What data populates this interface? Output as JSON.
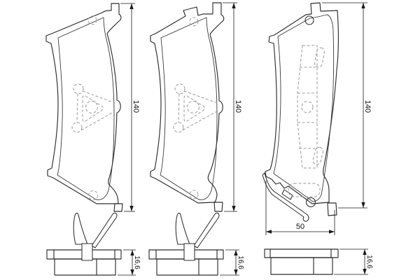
{
  "drawing": {
    "dims": {
      "pad1_height": "140",
      "pad2_height": "140",
      "pad3_height": "140",
      "pad3_width": "50",
      "pad1_thickness": "16,6",
      "pad2_thickness": "16,6",
      "pad3_thickness": "16,6"
    },
    "colors": {
      "background": "#ffffff",
      "outline": "#2d2d2d",
      "hidden_detail": "#9a9a9a",
      "dimension_text": "#111111"
    }
  }
}
